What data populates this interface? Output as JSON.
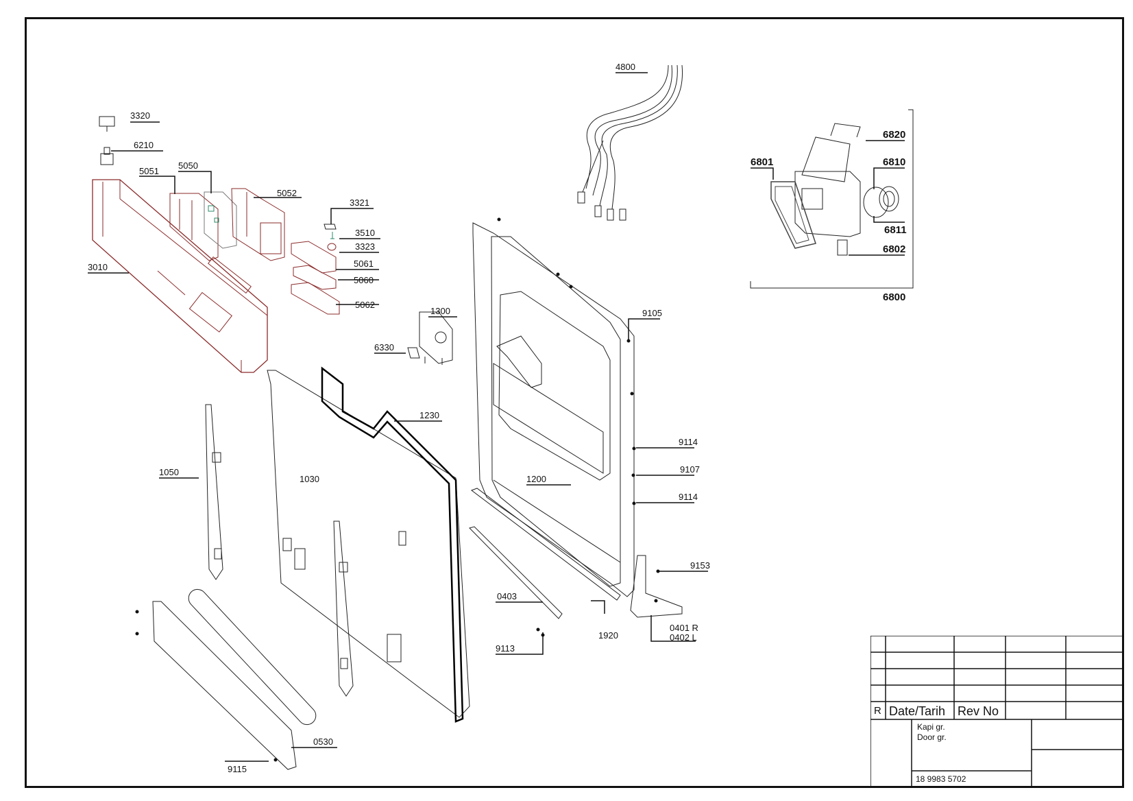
{
  "drawing": {
    "parts": {
      "p3320": "3320",
      "p6210": "6210",
      "p5051": "5051",
      "p5050": "5050",
      "p5052": "5052",
      "p3321": "3321",
      "p3510": "3510",
      "p3323": "3323",
      "p5061": "5061",
      "p5060": "5060",
      "p5062": "5062",
      "p3010": "3010",
      "p1300": "1300",
      "p6330": "6330",
      "p4800": "4800",
      "p6820": "6820",
      "p6801": "6801",
      "p6810": "6810",
      "p6811": "6811",
      "p6802": "6802",
      "p6800": "6800",
      "p9105": "9105",
      "p1230": "1230",
      "p1050": "1050",
      "p1030": "1030",
      "p1200": "1200",
      "p9114a": "9114",
      "p9107": "9107",
      "p9114b": "9114",
      "p9153": "9153",
      "p0403": "0403",
      "p1920": "1920",
      "p0401": "0401 R",
      "p0402": "0402 L",
      "p9113": "9113",
      "p0530": "0530",
      "p9115": "9115"
    }
  },
  "title_block": {
    "rev_marker": "R",
    "date_header": "Date/Tarih",
    "rev_header": "Rev No",
    "group_tr": "Kapi gr.",
    "group_en": "Door gr.",
    "doc_number": "18 9983 5702"
  }
}
